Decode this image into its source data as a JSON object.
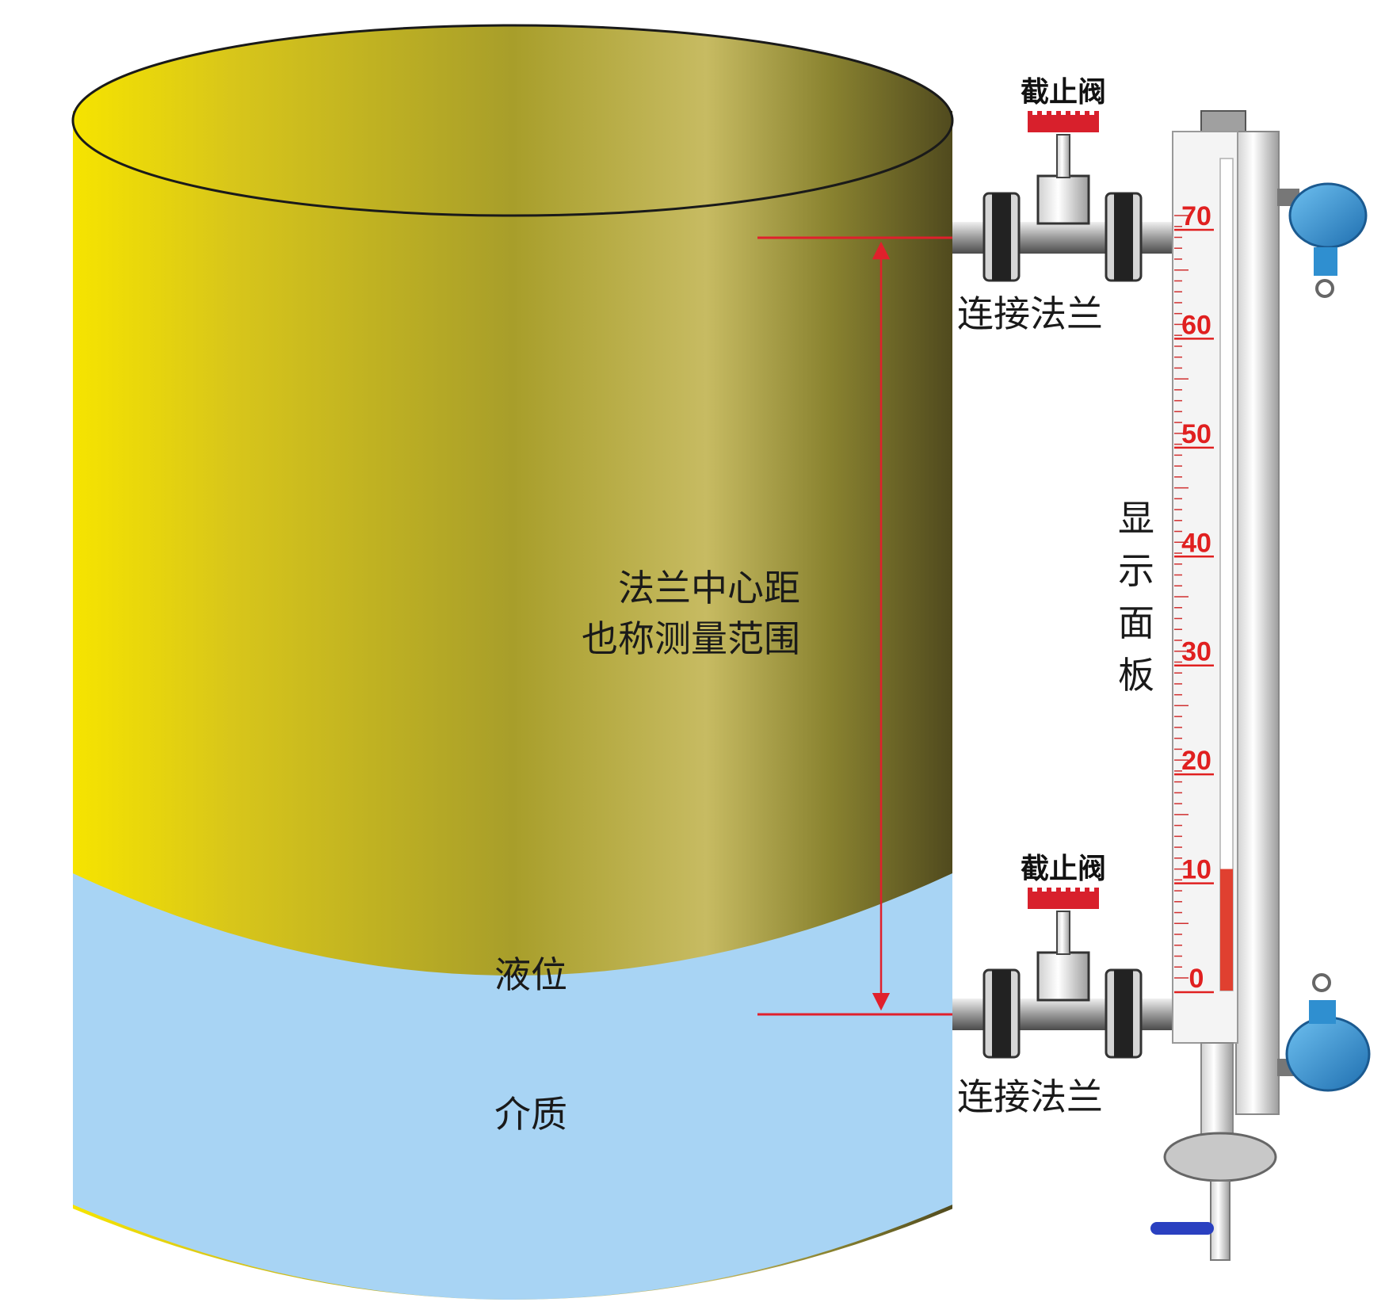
{
  "labels": {
    "valve_top": "截止阀",
    "valve_bottom": "截止阀",
    "flange_top": "连接法兰",
    "flange_bottom": "连接法兰",
    "center_distance_line1": "法兰中心距",
    "center_distance_line2": "也称测量范围",
    "liquid_level": "液位",
    "medium": "介质",
    "display_panel": [
      "显",
      "示",
      "面",
      "板"
    ]
  },
  "scale": {
    "ticks": [
      "70",
      "60",
      "50",
      "40",
      "30",
      "20",
      "10",
      "0"
    ],
    "indicated_level": 10
  },
  "colors": {
    "tank_yellow": "#e8d800",
    "tank_olive": "#9a9420",
    "liquid_blue": "#a8d4f4",
    "dimension_red": "#e0202c",
    "valve_red": "#d8202c",
    "transmitter_blue": "#2f8fd0"
  },
  "icons": {
    "valve": "valve-handwheel-icon",
    "transmitter": "junction-box-icon"
  }
}
